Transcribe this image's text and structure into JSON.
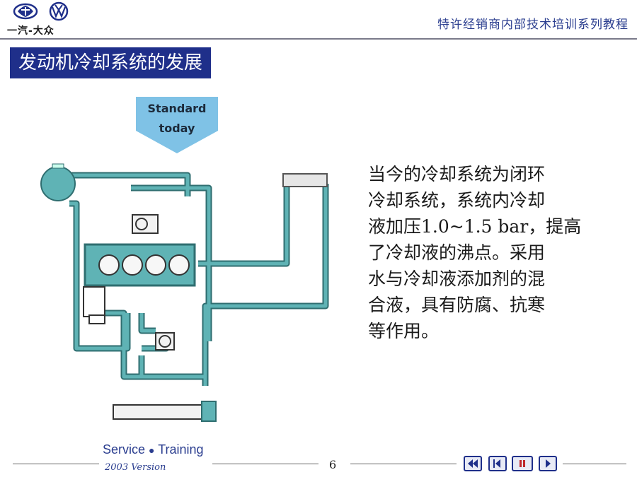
{
  "header": {
    "brand_text": "一汽-大众",
    "caption": "特许经销商内部技术培训系列教程"
  },
  "slide": {
    "title": "发动机冷却系统的发展",
    "badge_line1": "Standard",
    "badge_line2": "today",
    "body": "当今的冷却系统为闭环\n冷却系统，系统内冷却\n液加压1.0~1.5 bar，提高\n了冷却液的沸点。采用\n水与冷却液添加剂的混\n合液，具有防腐、抗寒\n等作用。"
  },
  "footer": {
    "service_label": "Service",
    "training_label": "Training",
    "version": "2003 Version",
    "page_number": "6"
  },
  "nav": [
    "first-slide",
    "previous-slide",
    "stop",
    "next-slide"
  ],
  "colors": {
    "title_bg": "#1f2f8a",
    "pipe": "#4f9ea0",
    "arrow_badge": "#7fc2e6"
  }
}
